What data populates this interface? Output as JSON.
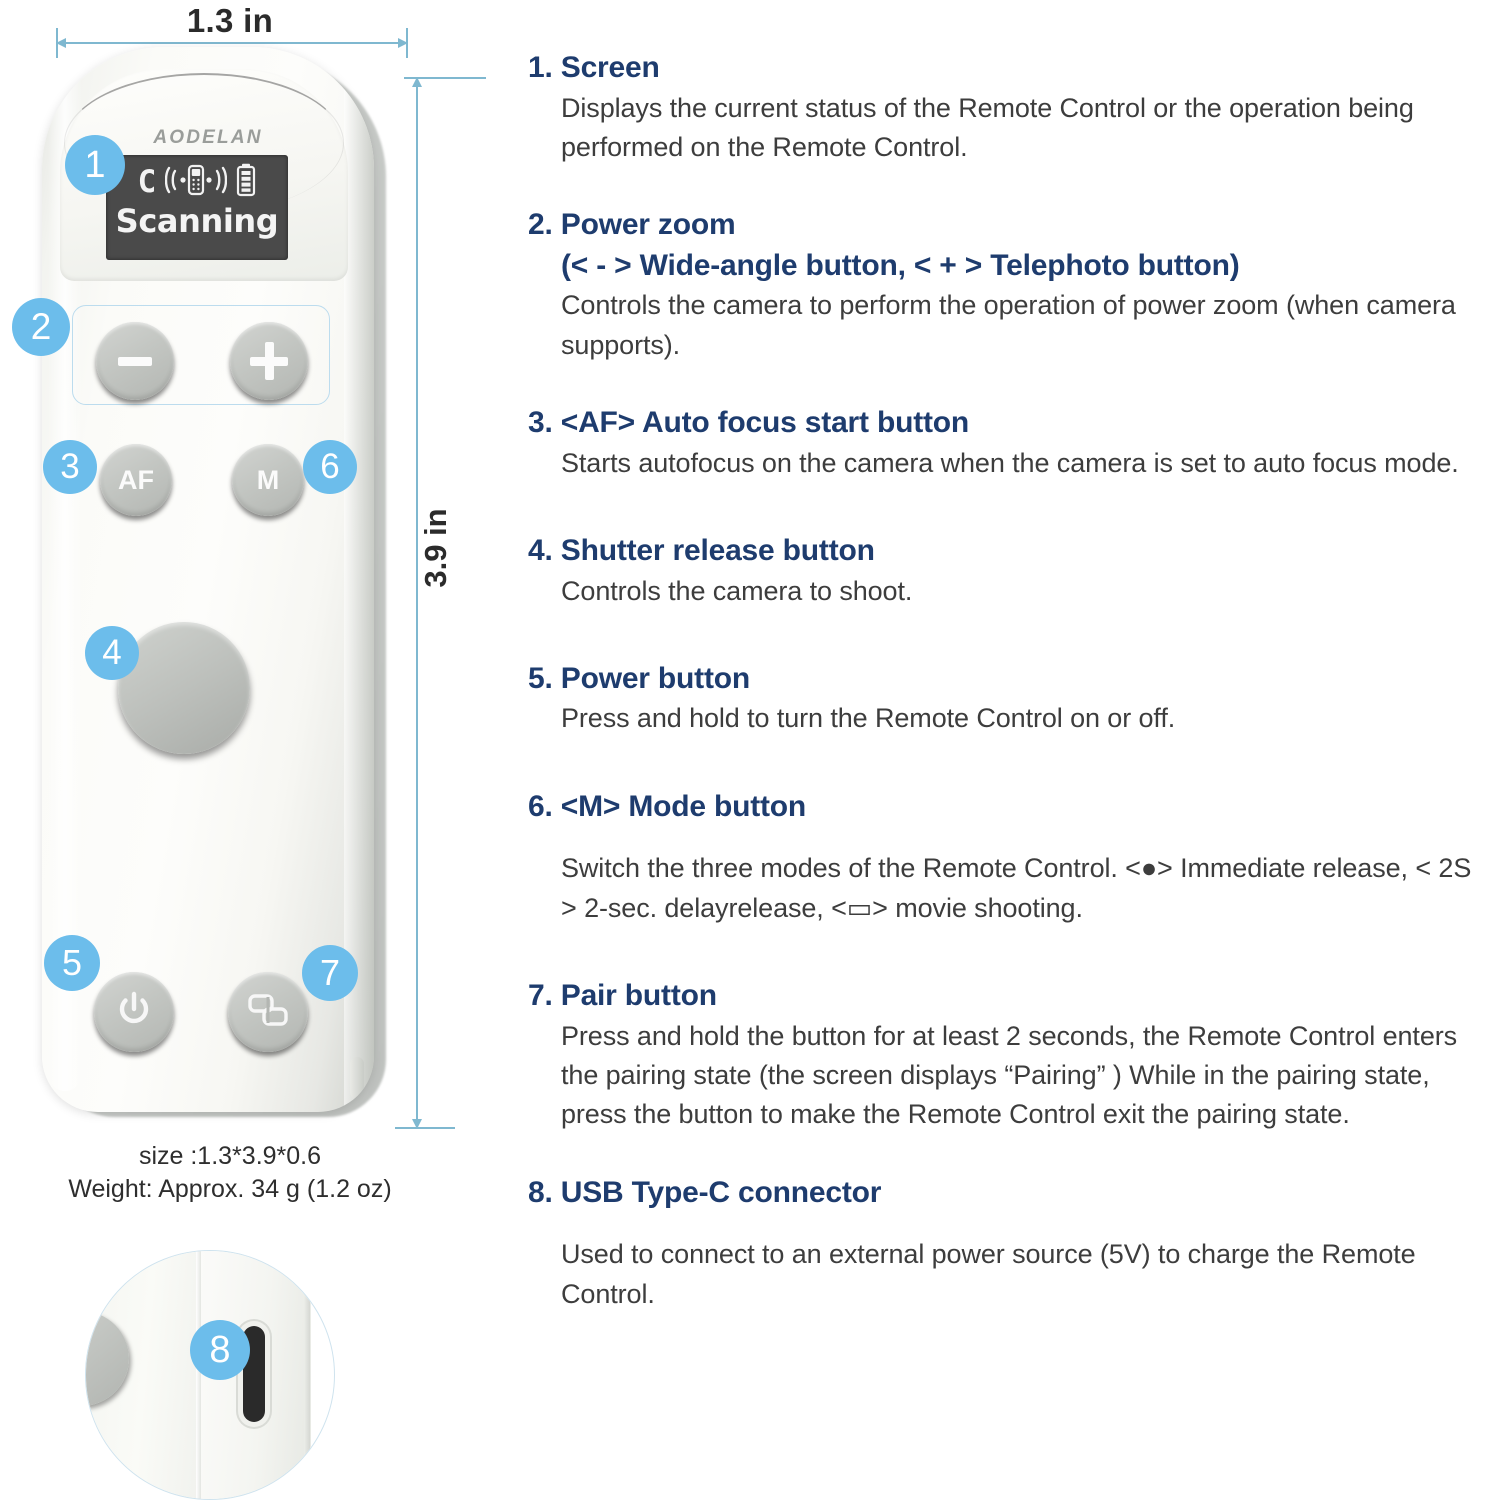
{
  "dimensions": {
    "width_label": "1.3 in",
    "height_label": "3.9 in",
    "size_line": "size :1.3*3.9*0.6",
    "weight_line": "Weight: Approx. 34 g (1.2 oz)"
  },
  "device": {
    "brand": "AODELAN",
    "screen": {
      "mode_letter": "C",
      "status_text": "Scanning",
      "signal_icon": "remote-signal-icon",
      "battery_icon": "battery-icon"
    },
    "buttons": {
      "minus_label": "−",
      "plus_label": "+",
      "af_label": "AF",
      "m_label": "M",
      "shutter_label": "",
      "power_icon": "power-icon",
      "pair_icon": "link-icon"
    }
  },
  "callouts": {
    "one": "1",
    "two": "2",
    "three": "3",
    "four": "4",
    "five": "5",
    "six": "6",
    "seven": "7",
    "eight": "8"
  },
  "colors": {
    "heading": "#1e3c6e",
    "badge": "#6cbdeb",
    "dimension_line": "#7fb8d0",
    "body_text": "#3d3d3d"
  },
  "sections": [
    {
      "heading": "1. Screen",
      "subheading": "",
      "body": "Displays the current status of the Remote Control or the operation being performed on the Remote Control."
    },
    {
      "heading": "2. Power zoom",
      "subheading": "(< - > Wide-angle button,  < + > Telephoto button)",
      "body": "Controls the camera to perform the operation of power zoom (when camera supports)."
    },
    {
      "heading": "3. <AF> Auto focus start button",
      "subheading": "",
      "body": "Starts autofocus on the camera when the camera is set to auto focus mode."
    },
    {
      "heading": "4. Shutter release button",
      "subheading": "",
      "body": "Controls the camera to shoot."
    },
    {
      "heading": "5. Power button",
      "subheading": "",
      "body": "Press and hold to turn the Remote Control on or off."
    },
    {
      "heading": "6. <M> Mode button",
      "subheading": "",
      "body": "Switch the three modes of the Remote Control. <●> Immediate release, < 2S > 2-sec. delayrelease, <▭> movie shooting."
    },
    {
      "heading": "7. Pair button",
      "subheading": "",
      "body": "Press and hold the button for at least 2 seconds, the Remote Control enters the pairing state (the screen displays “Pairing” ) While in the pairing state, press the button to make the Remote Control exit the pairing state."
    },
    {
      "heading": "8. USB Type-C connector",
      "subheading": "",
      "body": "Used to connect to an external power source (5V) to charge the Remote Control."
    }
  ]
}
